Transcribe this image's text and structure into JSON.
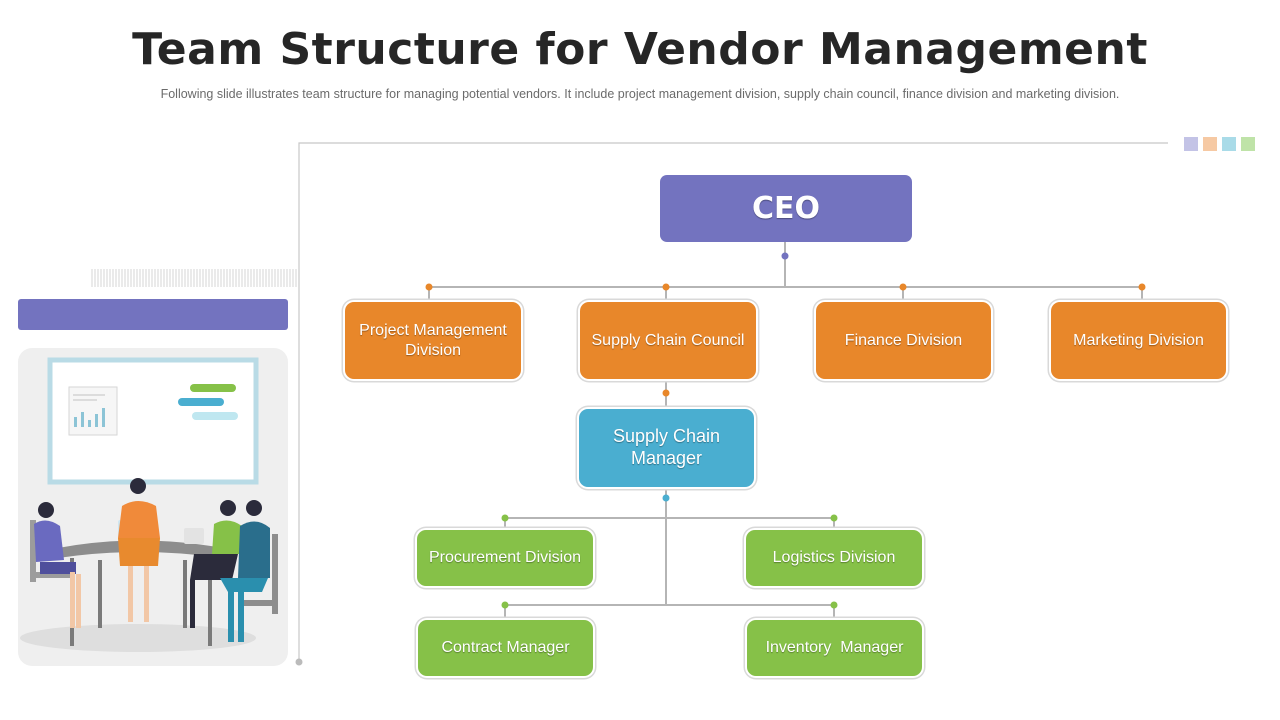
{
  "slide": {
    "title": "Team Structure for Vendor Management",
    "subtitle": "Following slide illustrates team structure for managing potential vendors. It include project management division, supply chain council, finance division and marketing division."
  },
  "org_chart": {
    "ceo": "CEO",
    "divisions": [
      "Project Management Division",
      "Supply Chain Council",
      "Finance Division",
      "Marketing Division"
    ],
    "manager": "Supply Chain Manager",
    "sub_divisions": [
      "Procurement Division",
      "Logistics Division"
    ],
    "staff": [
      "Contract Manager",
      "Inventory  Manager"
    ]
  },
  "colors": {
    "ceo": "#7373bf",
    "division": "#e8872a",
    "manager": "#4aaed0",
    "sub_division": "#86c148",
    "connector": "#b5b5b5",
    "swatches": [
      "#c3c3e6",
      "#f6c9a3",
      "#a9dbe8",
      "#bfe3a8"
    ]
  },
  "illustration": {
    "icon": "team-meeting-illustration"
  }
}
